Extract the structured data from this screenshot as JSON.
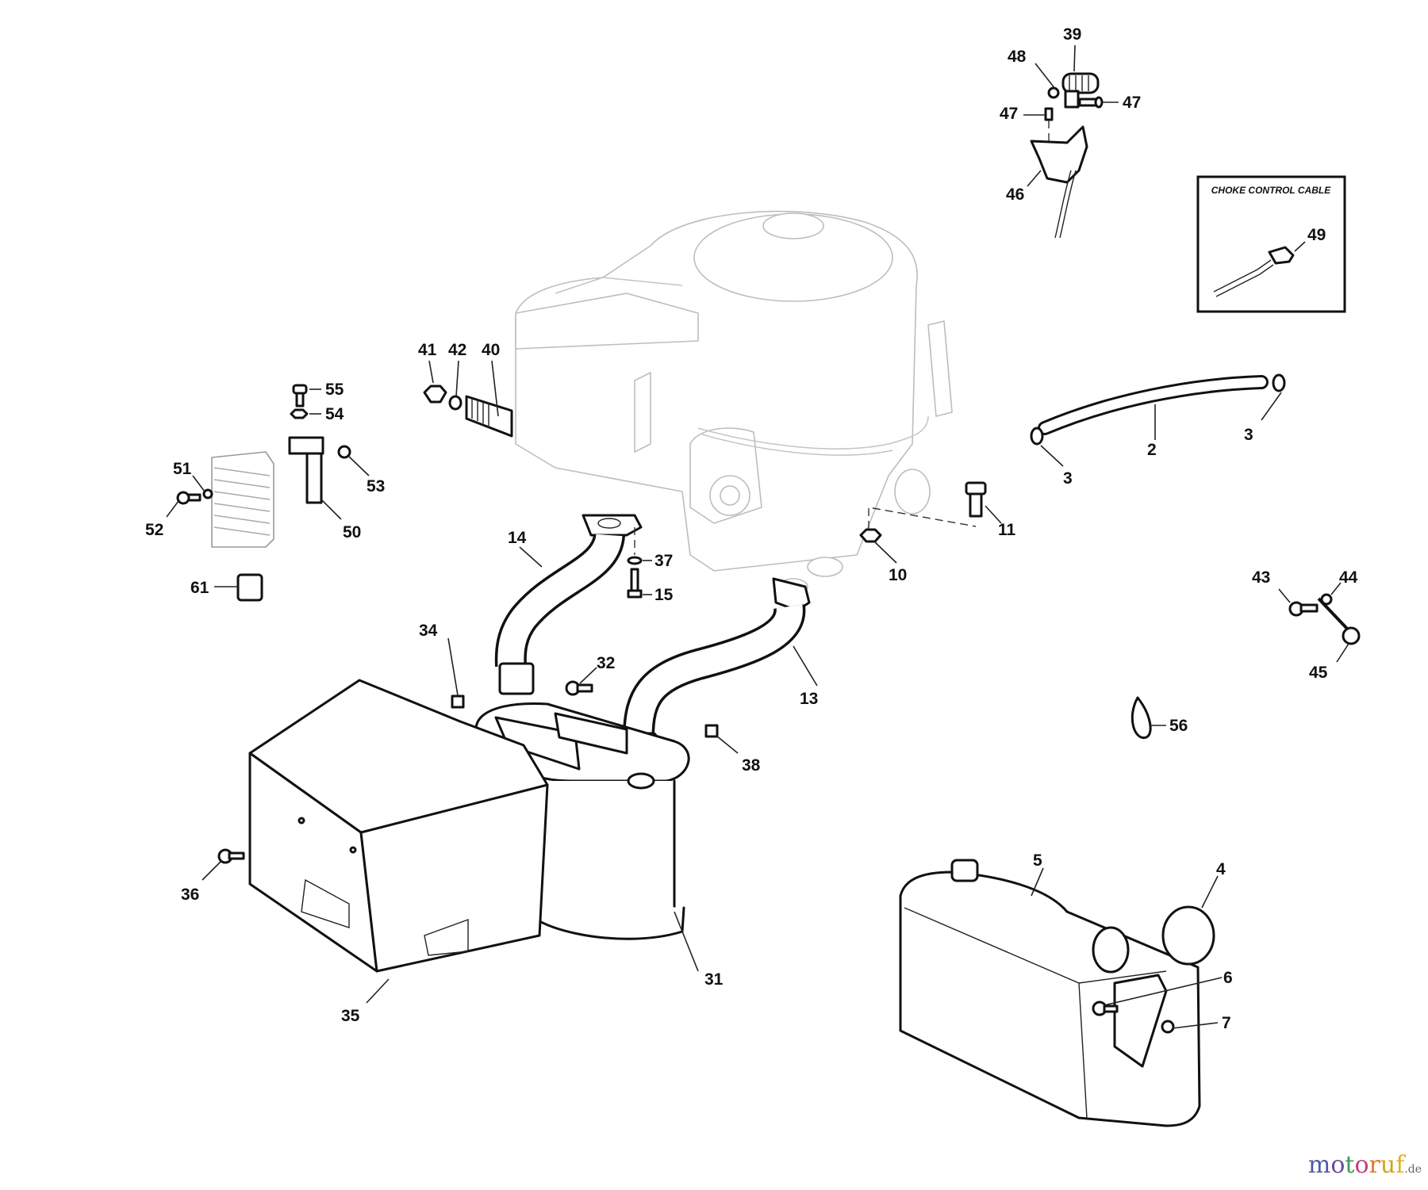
{
  "diagram": {
    "title": "Exploded parts diagram: engine exhaust, muffler and fuel tank",
    "inset": {
      "title": "CHOKE CONTROL CABLE",
      "part_number": "49"
    },
    "callouts": {
      "p2": "2",
      "p3a": "3",
      "p3b": "3",
      "p4": "4",
      "p5": "5",
      "p6": "6",
      "p7": "7",
      "p10": "10",
      "p11": "11",
      "p13": "13",
      "p14": "14",
      "p15": "15",
      "p31": "31",
      "p32": "32",
      "p34": "34",
      "p35": "35",
      "p36": "36",
      "p37": "37",
      "p38": "38",
      "p39": "39",
      "p40": "40",
      "p41": "41",
      "p42": "42",
      "p43": "43",
      "p44": "44",
      "p45": "45",
      "p46": "46",
      "p47a": "47",
      "p47b": "47",
      "p48": "48",
      "p50": "50",
      "p51": "51",
      "p52": "52",
      "p53": "53",
      "p54": "54",
      "p55": "55",
      "p56": "56",
      "p61": "61"
    }
  },
  "watermark": {
    "letters": [
      {
        "ch": "m",
        "color": "#4a5aa8"
      },
      {
        "ch": "o",
        "color": "#6a4aa0"
      },
      {
        "ch": "t",
        "color": "#3f9a5a"
      },
      {
        "ch": "o",
        "color": "#c0417a"
      },
      {
        "ch": "r",
        "color": "#e07a2a"
      },
      {
        "ch": "u",
        "color": "#d8a020"
      },
      {
        "ch": "f",
        "color": "#e0b020"
      }
    ],
    "suffix": ".de"
  }
}
